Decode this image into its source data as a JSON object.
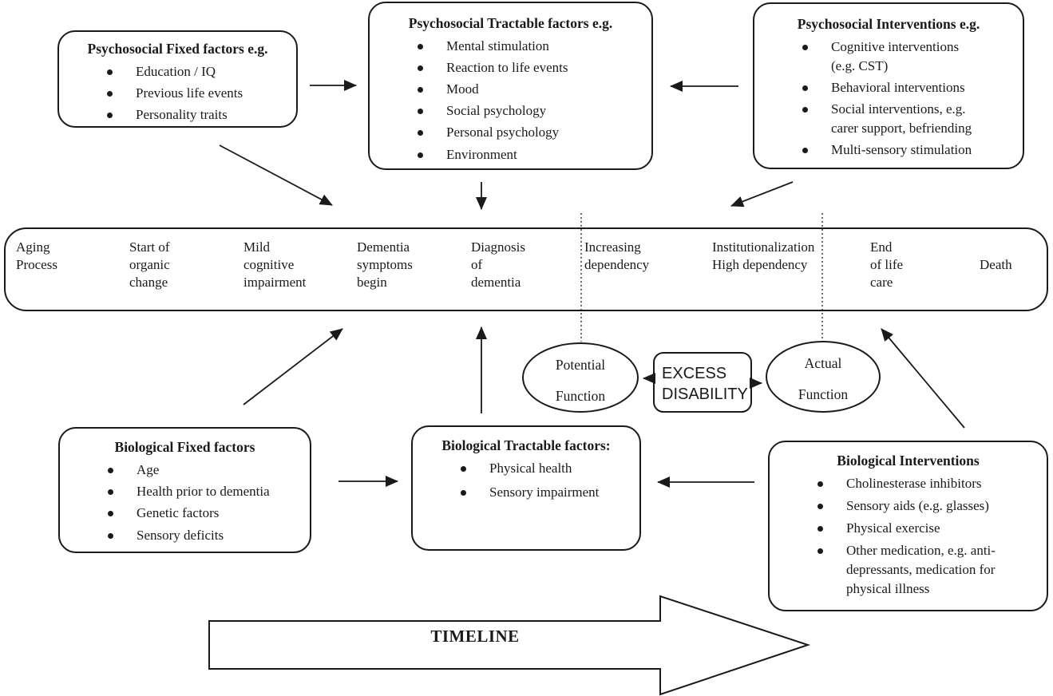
{
  "boxes": {
    "psychosocial_fixed": {
      "title": "Psychosocial Fixed factors e.g.",
      "items": [
        "Education / IQ",
        "Previous life events",
        "Personality traits"
      ]
    },
    "psychosocial_tractable": {
      "title": "Psychosocial Tractable factors e.g.",
      "items": [
        "Mental stimulation",
        "Reaction to life events",
        "Mood",
        "Social psychology",
        "Personal psychology",
        "Environment"
      ]
    },
    "psychosocial_interventions": {
      "title": "Psychosocial Interventions e.g.",
      "items": [
        "Cognitive interventions\n(e.g. CST)",
        "Behavioral interventions",
        "Social interventions, e.g.\ncarer support, befriending",
        "Multi-sensory stimulation"
      ]
    },
    "biological_fixed": {
      "title": "Biological Fixed factors",
      "items": [
        "Age",
        "Health prior to dementia",
        "Genetic factors",
        "Sensory deficits"
      ]
    },
    "biological_tractable": {
      "title": "Biological Tractable factors:",
      "items": [
        "Physical health",
        "Sensory impairment"
      ]
    },
    "biological_interventions": {
      "title": "Biological Interventions",
      "items": [
        "Cholinesterase inhibitors",
        "Sensory aids (e.g. glasses)",
        "Physical exercise",
        "Other medication, e.g. anti-\ndepressants, medication for\nphysical illness"
      ]
    }
  },
  "timeline_band": {
    "stages": [
      "Aging\nProcess",
      "Start of\norganic\nchange",
      "Mild\ncognitive\nimpairment",
      "Dementia\nsymptoms\nbegin",
      "Diagnosis\nof\ndementia",
      "Increasing\ndependency",
      "Institutionalization\nHigh dependency",
      "End\nof life\ncare",
      "Death"
    ]
  },
  "ellipses": {
    "potential_function": {
      "label": "Potential\nFunction"
    },
    "actual_function": {
      "label": "Actual\nFunction"
    }
  },
  "excess_disability": {
    "label": "EXCESS\nDISABILITY"
  },
  "timeline_arrow": {
    "label": "TIMELINE"
  },
  "colors": {
    "line": "#1a1a1a",
    "background": "#ffffff"
  }
}
